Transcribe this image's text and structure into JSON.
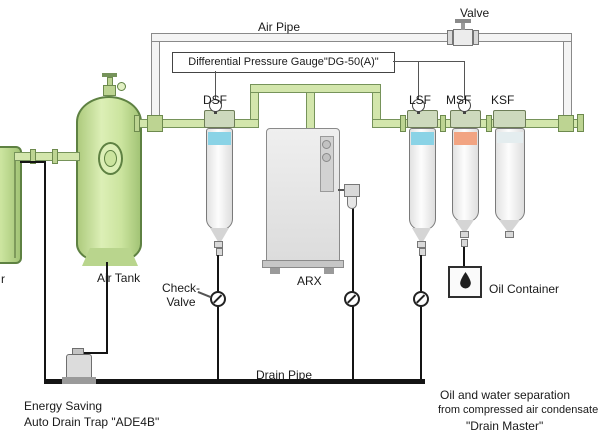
{
  "labels": {
    "air_pipe": "Air Pipe",
    "valve": "Valve",
    "dpg": "Differential Pressure Gauge\"DG-50(A)\"",
    "dsf": "DSF",
    "lsf": "LSF",
    "msf": "MSF",
    "ksf": "KSF",
    "air_tank": "Air Tank",
    "arx": "ARX",
    "compressor_partial": "r",
    "check_valve": {
      "line1": "Check-",
      "line2": "Valve"
    },
    "oil_container": "Oil Container",
    "drain_pipe": "Drain Pipe",
    "energy_saving": {
      "line1": "Energy Saving",
      "line2": "Auto Drain Trap \"ADE4B\""
    },
    "drain_master": {
      "line1": "Oil and water separation",
      "line2": "from compressed air condensate",
      "line3": "\"Drain Master\""
    }
  },
  "colors": {
    "pipe_green": "#d3e6ac",
    "pipe_green_border": "#76935a",
    "tank_green": "#cbe49e",
    "air_pipe_gray": "#f4f4f4",
    "filter_band_cyan": "#8ad3e6",
    "filter_band_orange": "#f2a482",
    "drain_black": "#141414",
    "cabinet_gray": "#e7e7e7"
  }
}
